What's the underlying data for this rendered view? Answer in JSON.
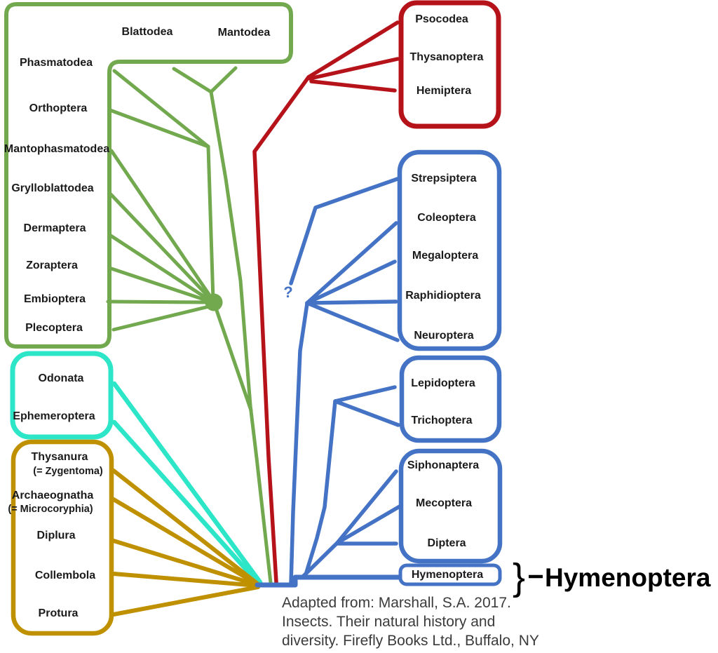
{
  "colors": {
    "green": "#72A94F",
    "red": "#B5121A",
    "blue": "#4472C4",
    "cyan": "#2DE6C8",
    "gold": "#BF9000",
    "text": "#1B1B1B",
    "attribution_text": "#3B3B3B",
    "callout_text": "#000000"
  },
  "polyneoptera_top": [
    "Blattodea",
    "Mantodea"
  ],
  "polyneoptera_left": [
    "Phasmatodea",
    "Orthoptera",
    "Mantophasmatodea",
    "Grylloblattodea",
    "Dermaptera",
    "Zoraptera",
    "Embioptera",
    "Plecoptera"
  ],
  "paraneoptera": [
    "Psocodea",
    "Thysanoptera",
    "Hemiptera"
  ],
  "neuropteroids": [
    "Strepsiptera",
    "Coleoptera",
    "Megaloptera",
    "Raphidioptera",
    "Neuroptera"
  ],
  "amphiesmenoptera": [
    "Lepidoptera",
    "Trichoptera"
  ],
  "antliophora": [
    "Siphonaptera",
    "Mecoptera",
    "Diptera"
  ],
  "hymenoptera_box": "Hymenoptera",
  "paleoptera": [
    "Odonata",
    "Ephemeroptera"
  ],
  "apterygotes": [
    "Thysanura",
    "(= Zygentoma)",
    "Archaeognatha",
    "(= Microcoryphia)",
    "Diplura",
    "Collembola",
    "Protura"
  ],
  "uncertainty_marker": "?",
  "callout": {
    "brace": "}",
    "label": "Hymenoptera"
  },
  "attribution": [
    "Adapted from: Marshall, S.A. 2017.",
    "Insects. Their natural history and",
    "diversity. Firefly Books Ltd., Buffalo, NY"
  ]
}
